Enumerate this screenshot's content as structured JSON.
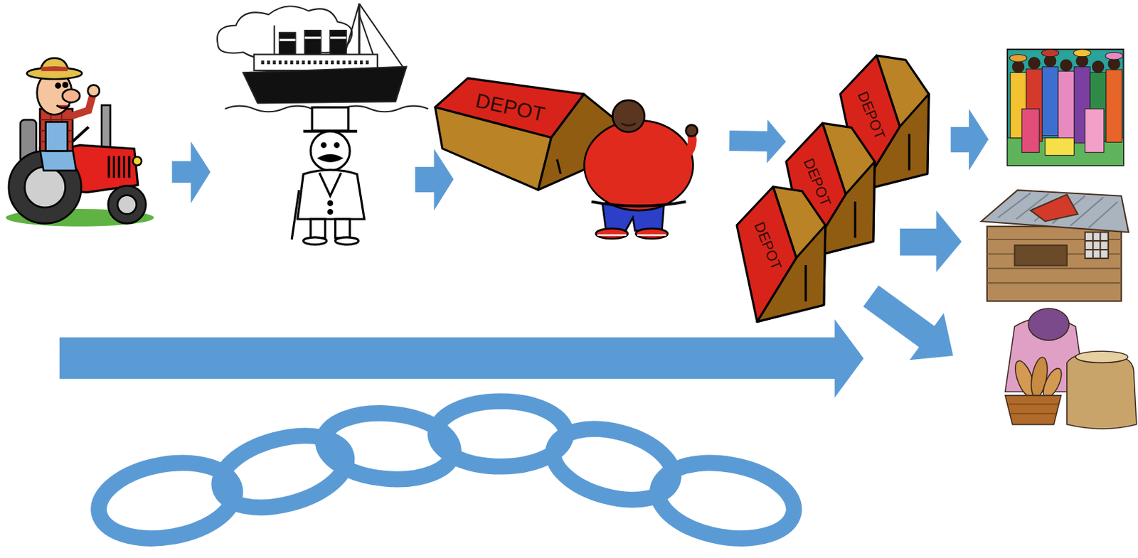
{
  "diagram": {
    "nodes": [
      {
        "text": [
          "DEPOT"
        ]
      },
      {
        "text": [
          "DEPOT"
        ]
      },
      {
        "text": [
          "DEPOT"
        ]
      },
      {
        "text": [
          "DEPOT"
        ]
      }
    ],
    "edges": [
      {
        "from": 0,
        "to": 2,
        "arrow": "to"
      }
    ]
  }
}
